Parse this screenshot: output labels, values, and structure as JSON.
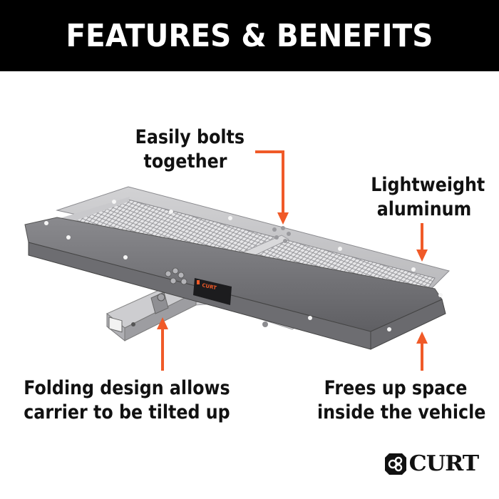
{
  "banner": {
    "title": "FEATURES & BENEFITS",
    "background": "#000000",
    "text_color": "#ffffff"
  },
  "callouts": [
    {
      "id": "bolts",
      "line1": "Easily bolts",
      "line2": "together",
      "arrow": "down"
    },
    {
      "id": "aluminum",
      "line1": "Lightweight",
      "line2": "aluminum",
      "arrow": "down"
    },
    {
      "id": "folding",
      "line1": "Folding design allows",
      "line2": "carrier to be tilted up",
      "arrow": "up"
    },
    {
      "id": "space",
      "line1": "Frees up space",
      "line2": "inside the vehicle",
      "arrow": "up"
    }
  ],
  "arrow_color": "#f05a28",
  "product": {
    "name": "cargo-carrier-tray",
    "label_brand": "CURT",
    "material_color": "#a9a9ab"
  },
  "logo": {
    "text": "CURT",
    "trademark": "®"
  }
}
